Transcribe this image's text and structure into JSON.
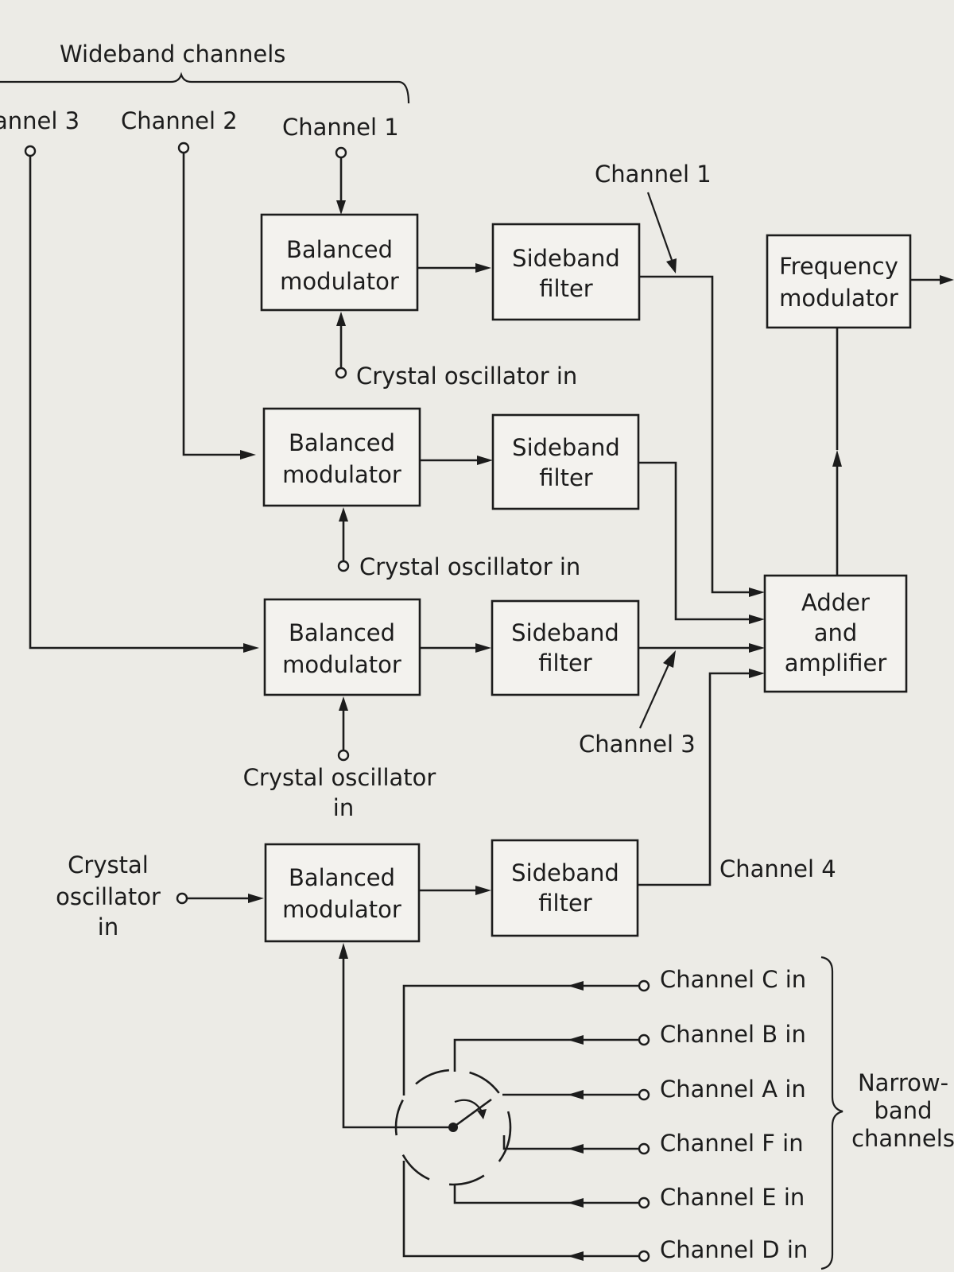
{
  "wideband": {
    "title": "Wideband channels",
    "inputs": [
      "annel 3",
      "Channel 2",
      "Channel 1"
    ]
  },
  "modulators": [
    {
      "line1": "Balanced",
      "line2": "modulator"
    },
    {
      "line1": "Balanced",
      "line2": "modulator"
    },
    {
      "line1": "Balanced",
      "line2": "modulator"
    },
    {
      "line1": "Balanced",
      "line2": "modulator"
    }
  ],
  "filters": [
    {
      "line1": "Sideband",
      "line2": "filter"
    },
    {
      "line1": "Sideband",
      "line2": "filter"
    },
    {
      "line1": "Sideband",
      "line2": "filter"
    },
    {
      "line1": "Sideband",
      "line2": "filter"
    }
  ],
  "crystal": {
    "c1": "Crystal oscillator in",
    "c2": "Crystal oscillator in",
    "c3_line1": "Crystal oscillator",
    "c3_line2": "in",
    "c4_line1": "Crystal",
    "c4_line2": "oscillator",
    "c4_line3": "in"
  },
  "adder": {
    "line1": "Adder",
    "line2": "and",
    "line3": "amplifier"
  },
  "fm": {
    "line1": "Frequency",
    "line2": "modulator"
  },
  "callouts": {
    "ch1": "Channel 1",
    "ch3": "Channel 3",
    "ch4": "Channel 4"
  },
  "narrowband": {
    "inputs": [
      "Channel C in",
      "Channel B in",
      "Channel A in",
      "Channel F in",
      "Channel E in",
      "Channel D in"
    ],
    "line1": "Narrow-",
    "line2": "band",
    "line3": "channels"
  }
}
